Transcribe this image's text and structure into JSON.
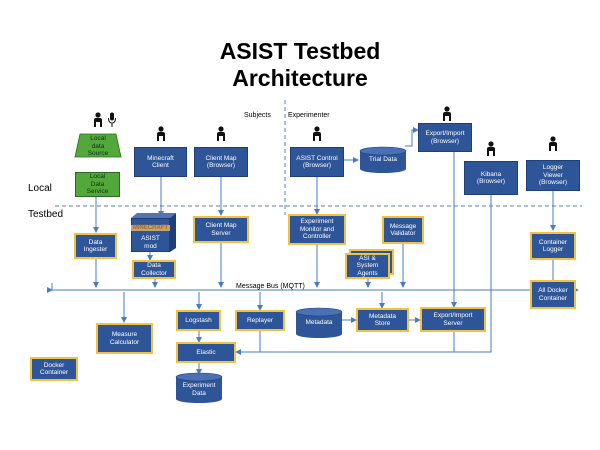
{
  "title": "ASIST Testbed\nArchitecture",
  "region_labels": {
    "subjects": "Subjects",
    "experimenter": "Experimenter",
    "local": "Local",
    "testbed": "Testbed",
    "message_bus": "Message Bus (MQTT)"
  },
  "nodes": {
    "local_data_source": "Local\ndata\nSource",
    "local_data_service": "Local\nData\nService",
    "minecraft_client": "Minecraft\nClient",
    "client_map_browser": "Client Map\n(Browser)",
    "asist_control": "ASIST Control\n(Browser)",
    "trial_data": "Trial Data",
    "export_import_browser": "Export/Import\n(Browser)",
    "kibana": "Kibana\n(Browser)",
    "logger_viewer": "Logger\nViewer\n(Browser)",
    "data_ingester": "Data\nIngester",
    "minecraft_logo": "MINECRAFT",
    "asist_mod": "ASIST\nmod",
    "data_collector": "Data\nCollector",
    "client_map_server": "Client Map\nServer",
    "experiment_monitor": "Experiment\nMonitor and\nController",
    "message_validator": "Message\nValidator",
    "asi_system_agents": "ASI &\nSystem\nAgents",
    "container_logger": "Container\nLogger",
    "all_docker_container": "All Docker\nContainer",
    "measure_calculator": "Measure\nCalculator",
    "logstash": "Logstash",
    "replayer": "Replayer",
    "metadata": "Metadata",
    "metadata_store": "Metadata\nStore",
    "export_import_server": "Export/Import\nServer",
    "elastic": "Elastic",
    "docker_container": "Docker\nContainer",
    "experiment_data": "Experiment\nData"
  },
  "colors": {
    "box_fill": "#2e5597",
    "box_border": "#f2c141",
    "green_fill": "#53a83c",
    "arrow": "#4a7cc0"
  },
  "icons": [
    "person-icon",
    "microphone-icon"
  ]
}
